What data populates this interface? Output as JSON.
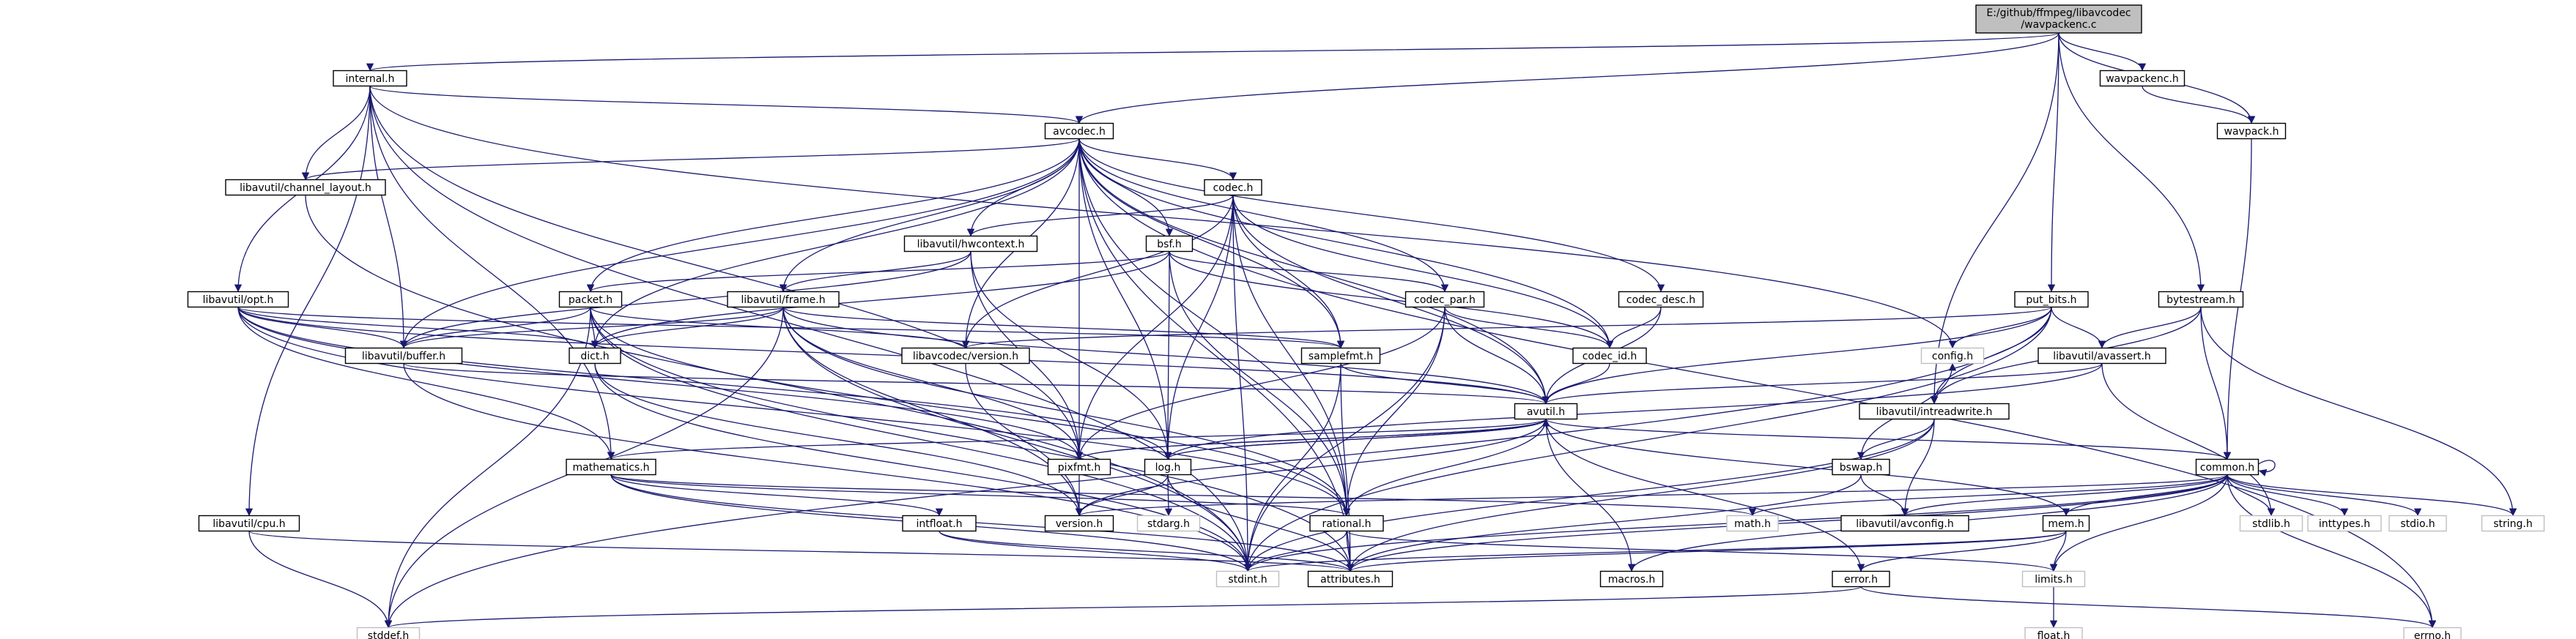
{
  "colors": {
    "edge": "#191970",
    "node_border": "#000000",
    "node_fill": "#ffffff",
    "root_fill": "#bfbfbf",
    "external_border": "#bfbfbf",
    "text": "#000000"
  },
  "nodes": {
    "root": {
      "lines": [
        "E:/github/ffmpeg/libavcodec",
        "/wavpackenc.c"
      ],
      "kind": "root"
    },
    "internal": {
      "lines": [
        "internal.h"
      ],
      "kind": "local"
    },
    "avcodec": {
      "lines": [
        "avcodec.h"
      ],
      "kind": "local"
    },
    "wavpackenc_h": {
      "lines": [
        "wavpackenc.h"
      ],
      "kind": "local"
    },
    "wavpack": {
      "lines": [
        "wavpack.h"
      ],
      "kind": "local"
    },
    "channel_layout": {
      "lines": [
        "libavutil/channel_layout.h"
      ],
      "kind": "local"
    },
    "codec": {
      "lines": [
        "codec.h"
      ],
      "kind": "local"
    },
    "hwcontext": {
      "lines": [
        "libavutil/hwcontext.h"
      ],
      "kind": "local"
    },
    "bsf": {
      "lines": [
        "bsf.h"
      ],
      "kind": "local"
    },
    "opt": {
      "lines": [
        "libavutil/opt.h"
      ],
      "kind": "local"
    },
    "packet": {
      "lines": [
        "packet.h"
      ],
      "kind": "local"
    },
    "frame": {
      "lines": [
        "libavutil/frame.h"
      ],
      "kind": "local"
    },
    "codec_par": {
      "lines": [
        "codec_par.h"
      ],
      "kind": "local"
    },
    "codec_desc": {
      "lines": [
        "codec_desc.h"
      ],
      "kind": "local"
    },
    "put_bits": {
      "lines": [
        "put_bits.h"
      ],
      "kind": "local"
    },
    "bytestream": {
      "lines": [
        "bytestream.h"
      ],
      "kind": "local"
    },
    "buffer": {
      "lines": [
        "libavutil/buffer.h"
      ],
      "kind": "local"
    },
    "dict": {
      "lines": [
        "dict.h"
      ],
      "kind": "local"
    },
    "lavc_version": {
      "lines": [
        "libavcodec/version.h"
      ],
      "kind": "local"
    },
    "samplefmt": {
      "lines": [
        "samplefmt.h"
      ],
      "kind": "local"
    },
    "codec_id": {
      "lines": [
        "codec_id.h"
      ],
      "kind": "local"
    },
    "config": {
      "lines": [
        "config.h"
      ],
      "kind": "external"
    },
    "avassert": {
      "lines": [
        "libavutil/avassert.h"
      ],
      "kind": "local"
    },
    "avutil": {
      "lines": [
        "avutil.h"
      ],
      "kind": "local"
    },
    "intreadwrite": {
      "lines": [
        "libavutil/intreadwrite.h"
      ],
      "kind": "local"
    },
    "pixfmt": {
      "lines": [
        "pixfmt.h"
      ],
      "kind": "local"
    },
    "log": {
      "lines": [
        "log.h"
      ],
      "kind": "local"
    },
    "mathematics": {
      "lines": [
        "mathematics.h"
      ],
      "kind": "local"
    },
    "bswap": {
      "lines": [
        "bswap.h"
      ],
      "kind": "local"
    },
    "common": {
      "lines": [
        "common.h"
      ],
      "kind": "local"
    },
    "cpu": {
      "lines": [
        "libavutil/cpu.h"
      ],
      "kind": "local"
    },
    "intfloat": {
      "lines": [
        "intfloat.h"
      ],
      "kind": "local"
    },
    "version": {
      "lines": [
        "version.h"
      ],
      "kind": "local"
    },
    "stdarg": {
      "lines": [
        "stdarg.h"
      ],
      "kind": "external"
    },
    "rational": {
      "lines": [
        "rational.h"
      ],
      "kind": "local"
    },
    "math": {
      "lines": [
        "math.h"
      ],
      "kind": "external"
    },
    "avconfig": {
      "lines": [
        "libavutil/avconfig.h"
      ],
      "kind": "local"
    },
    "mem": {
      "lines": [
        "mem.h"
      ],
      "kind": "local"
    },
    "inttypes": {
      "lines": [
        "inttypes.h"
      ],
      "kind": "external"
    },
    "stdlib": {
      "lines": [
        "stdlib.h"
      ],
      "kind": "external"
    },
    "stdio": {
      "lines": [
        "stdio.h"
      ],
      "kind": "external"
    },
    "string": {
      "lines": [
        "string.h"
      ],
      "kind": "external"
    },
    "stdint": {
      "lines": [
        "stdint.h"
      ],
      "kind": "external"
    },
    "attributes": {
      "lines": [
        "attributes.h"
      ],
      "kind": "local"
    },
    "macros": {
      "lines": [
        "macros.h"
      ],
      "kind": "local"
    },
    "error": {
      "lines": [
        "error.h"
      ],
      "kind": "local"
    },
    "limits": {
      "lines": [
        "limits.h"
      ],
      "kind": "external"
    },
    "stddef": {
      "lines": [
        "stddef.h"
      ],
      "kind": "external"
    },
    "errno": {
      "lines": [
        "errno.h"
      ],
      "kind": "external"
    },
    "float": {
      "lines": [
        "float.h"
      ],
      "kind": "external"
    }
  },
  "edges": [
    [
      "root",
      "internal"
    ],
    [
      "root",
      "avcodec"
    ],
    [
      "root",
      "wavpackenc_h"
    ],
    [
      "root",
      "wavpack"
    ],
    [
      "root",
      "put_bits"
    ],
    [
      "root",
      "bytestream"
    ],
    [
      "root",
      "intreadwrite"
    ],
    [
      "wavpackenc_h",
      "wavpack"
    ],
    [
      "wavpack",
      "common"
    ],
    [
      "internal",
      "avcodec"
    ],
    [
      "internal",
      "channel_layout"
    ],
    [
      "internal",
      "opt"
    ],
    [
      "internal",
      "buffer"
    ],
    [
      "internal",
      "mathematics"
    ],
    [
      "internal",
      "cpu"
    ],
    [
      "internal",
      "config"
    ],
    [
      "internal",
      "stdint"
    ],
    [
      "internal",
      "pixfmt"
    ],
    [
      "avcodec",
      "channel_layout"
    ],
    [
      "avcodec",
      "codec"
    ],
    [
      "avcodec",
      "hwcontext"
    ],
    [
      "avcodec",
      "bsf"
    ],
    [
      "avcodec",
      "packet"
    ],
    [
      "avcodec",
      "frame"
    ],
    [
      "avcodec",
      "codec_par"
    ],
    [
      "avcodec",
      "codec_desc"
    ],
    [
      "avcodec",
      "buffer"
    ],
    [
      "avcodec",
      "dict"
    ],
    [
      "avcodec",
      "lavc_version"
    ],
    [
      "avcodec",
      "samplefmt"
    ],
    [
      "avcodec",
      "codec_id"
    ],
    [
      "avcodec",
      "avutil"
    ],
    [
      "avcodec",
      "pixfmt"
    ],
    [
      "avcodec",
      "log"
    ],
    [
      "avcodec",
      "rational"
    ],
    [
      "avcodec",
      "attributes"
    ],
    [
      "avcodec",
      "errno"
    ],
    [
      "channel_layout",
      "stdint"
    ],
    [
      "codec",
      "hwcontext"
    ],
    [
      "codec",
      "lavc_version"
    ],
    [
      "codec",
      "samplefmt"
    ],
    [
      "codec",
      "codec_id"
    ],
    [
      "codec",
      "avutil"
    ],
    [
      "codec",
      "log"
    ],
    [
      "codec",
      "pixfmt"
    ],
    [
      "codec",
      "rational"
    ],
    [
      "codec",
      "stdint"
    ],
    [
      "hwcontext",
      "buffer"
    ],
    [
      "hwcontext",
      "frame"
    ],
    [
      "hwcontext",
      "log"
    ],
    [
      "hwcontext",
      "pixfmt"
    ],
    [
      "bsf",
      "packet"
    ],
    [
      "bsf",
      "codec_par"
    ],
    [
      "bsf",
      "codec_id"
    ],
    [
      "bsf",
      "dict"
    ],
    [
      "bsf",
      "log"
    ],
    [
      "bsf",
      "rational"
    ],
    [
      "opt",
      "buffer"
    ],
    [
      "opt",
      "dict"
    ],
    [
      "opt",
      "avutil"
    ],
    [
      "opt",
      "pixfmt"
    ],
    [
      "opt",
      "log"
    ],
    [
      "opt",
      "rational"
    ],
    [
      "opt",
      "samplefmt"
    ],
    [
      "opt",
      "mathematics"
    ],
    [
      "packet",
      "buffer"
    ],
    [
      "packet",
      "dict"
    ],
    [
      "packet",
      "lavc_version"
    ],
    [
      "packet",
      "rational"
    ],
    [
      "packet",
      "attributes"
    ],
    [
      "packet",
      "stdint"
    ],
    [
      "packet",
      "stddef"
    ],
    [
      "frame",
      "buffer"
    ],
    [
      "frame",
      "dict"
    ],
    [
      "frame",
      "samplefmt"
    ],
    [
      "frame",
      "avutil"
    ],
    [
      "frame",
      "pixfmt"
    ],
    [
      "frame",
      "rational"
    ],
    [
      "frame",
      "stdint"
    ],
    [
      "frame",
      "stddef"
    ],
    [
      "frame",
      "version"
    ],
    [
      "codec_par",
      "codec_id"
    ],
    [
      "codec_par",
      "avutil"
    ],
    [
      "codec_par",
      "pixfmt"
    ],
    [
      "codec_par",
      "rational"
    ],
    [
      "codec_par",
      "stdint"
    ],
    [
      "codec_desc",
      "codec_id"
    ],
    [
      "codec_desc",
      "avutil"
    ],
    [
      "put_bits",
      "config"
    ],
    [
      "put_bits",
      "avassert"
    ],
    [
      "put_bits",
      "intreadwrite"
    ],
    [
      "put_bits",
      "lavc_version"
    ],
    [
      "put_bits",
      "stdint"
    ],
    [
      "put_bits",
      "stddef"
    ],
    [
      "put_bits",
      "avutil"
    ],
    [
      "bytestream",
      "avassert"
    ],
    [
      "bytestream",
      "intreadwrite"
    ],
    [
      "bytestream",
      "common"
    ],
    [
      "bytestream",
      "string"
    ],
    [
      "buffer",
      "stdint"
    ],
    [
      "buffer",
      "avutil"
    ],
    [
      "dict",
      "stdint"
    ],
    [
      "dict",
      "version"
    ],
    [
      "lavc_version",
      "version"
    ],
    [
      "samplefmt",
      "avutil"
    ],
    [
      "samplefmt",
      "attributes"
    ],
    [
      "samplefmt",
      "stdint"
    ],
    [
      "codec_id",
      "avutil"
    ],
    [
      "avassert",
      "avutil"
    ],
    [
      "avassert",
      "log"
    ],
    [
      "avassert",
      "stdlib"
    ],
    [
      "avutil",
      "common"
    ],
    [
      "avutil",
      "error"
    ],
    [
      "avutil",
      "rational"
    ],
    [
      "avutil",
      "version"
    ],
    [
      "avutil",
      "macros"
    ],
    [
      "avutil",
      "mathematics"
    ],
    [
      "avutil",
      "log"
    ],
    [
      "avutil",
      "pixfmt"
    ],
    [
      "intreadwrite",
      "avconfig"
    ],
    [
      "intreadwrite",
      "attributes"
    ],
    [
      "intreadwrite",
      "bswap"
    ],
    [
      "intreadwrite",
      "stdint"
    ],
    [
      "pixfmt",
      "avutil"
    ],
    [
      "pixfmt",
      "version"
    ],
    [
      "log",
      "avutil"
    ],
    [
      "log",
      "attributes"
    ],
    [
      "log",
      "version"
    ],
    [
      "log",
      "stdarg"
    ],
    [
      "mathematics",
      "stdint"
    ],
    [
      "mathematics",
      "math"
    ],
    [
      "mathematics",
      "attributes"
    ],
    [
      "mathematics",
      "rational"
    ],
    [
      "mathematics",
      "intfloat"
    ],
    [
      "bswap",
      "avconfig"
    ],
    [
      "bswap",
      "attributes"
    ],
    [
      "bswap",
      "config"
    ],
    [
      "common",
      "errno"
    ],
    [
      "common",
      "inttypes"
    ],
    [
      "common",
      "limits"
    ],
    [
      "common",
      "math"
    ],
    [
      "common",
      "stdint"
    ],
    [
      "common",
      "stdio"
    ],
    [
      "common",
      "stdlib"
    ],
    [
      "common",
      "string"
    ],
    [
      "common",
      "attributes"
    ],
    [
      "common",
      "macros"
    ],
    [
      "common",
      "version"
    ],
    [
      "common",
      "avconfig"
    ],
    [
      "common",
      "common"
    ],
    [
      "common",
      "mem"
    ],
    [
      "cpu",
      "attributes"
    ],
    [
      "cpu",
      "stddef"
    ],
    [
      "intfloat",
      "stdint"
    ],
    [
      "intfloat",
      "attributes"
    ],
    [
      "rational",
      "stdint"
    ],
    [
      "rational",
      "limits"
    ],
    [
      "rational",
      "attributes"
    ],
    [
      "mem",
      "attributes"
    ],
    [
      "mem",
      "error"
    ],
    [
      "mem",
      "avutil"
    ],
    [
      "mem",
      "limits"
    ],
    [
      "mem",
      "stdint"
    ],
    [
      "error",
      "errno"
    ],
    [
      "error",
      "stddef"
    ],
    [
      "limits",
      "float"
    ]
  ]
}
